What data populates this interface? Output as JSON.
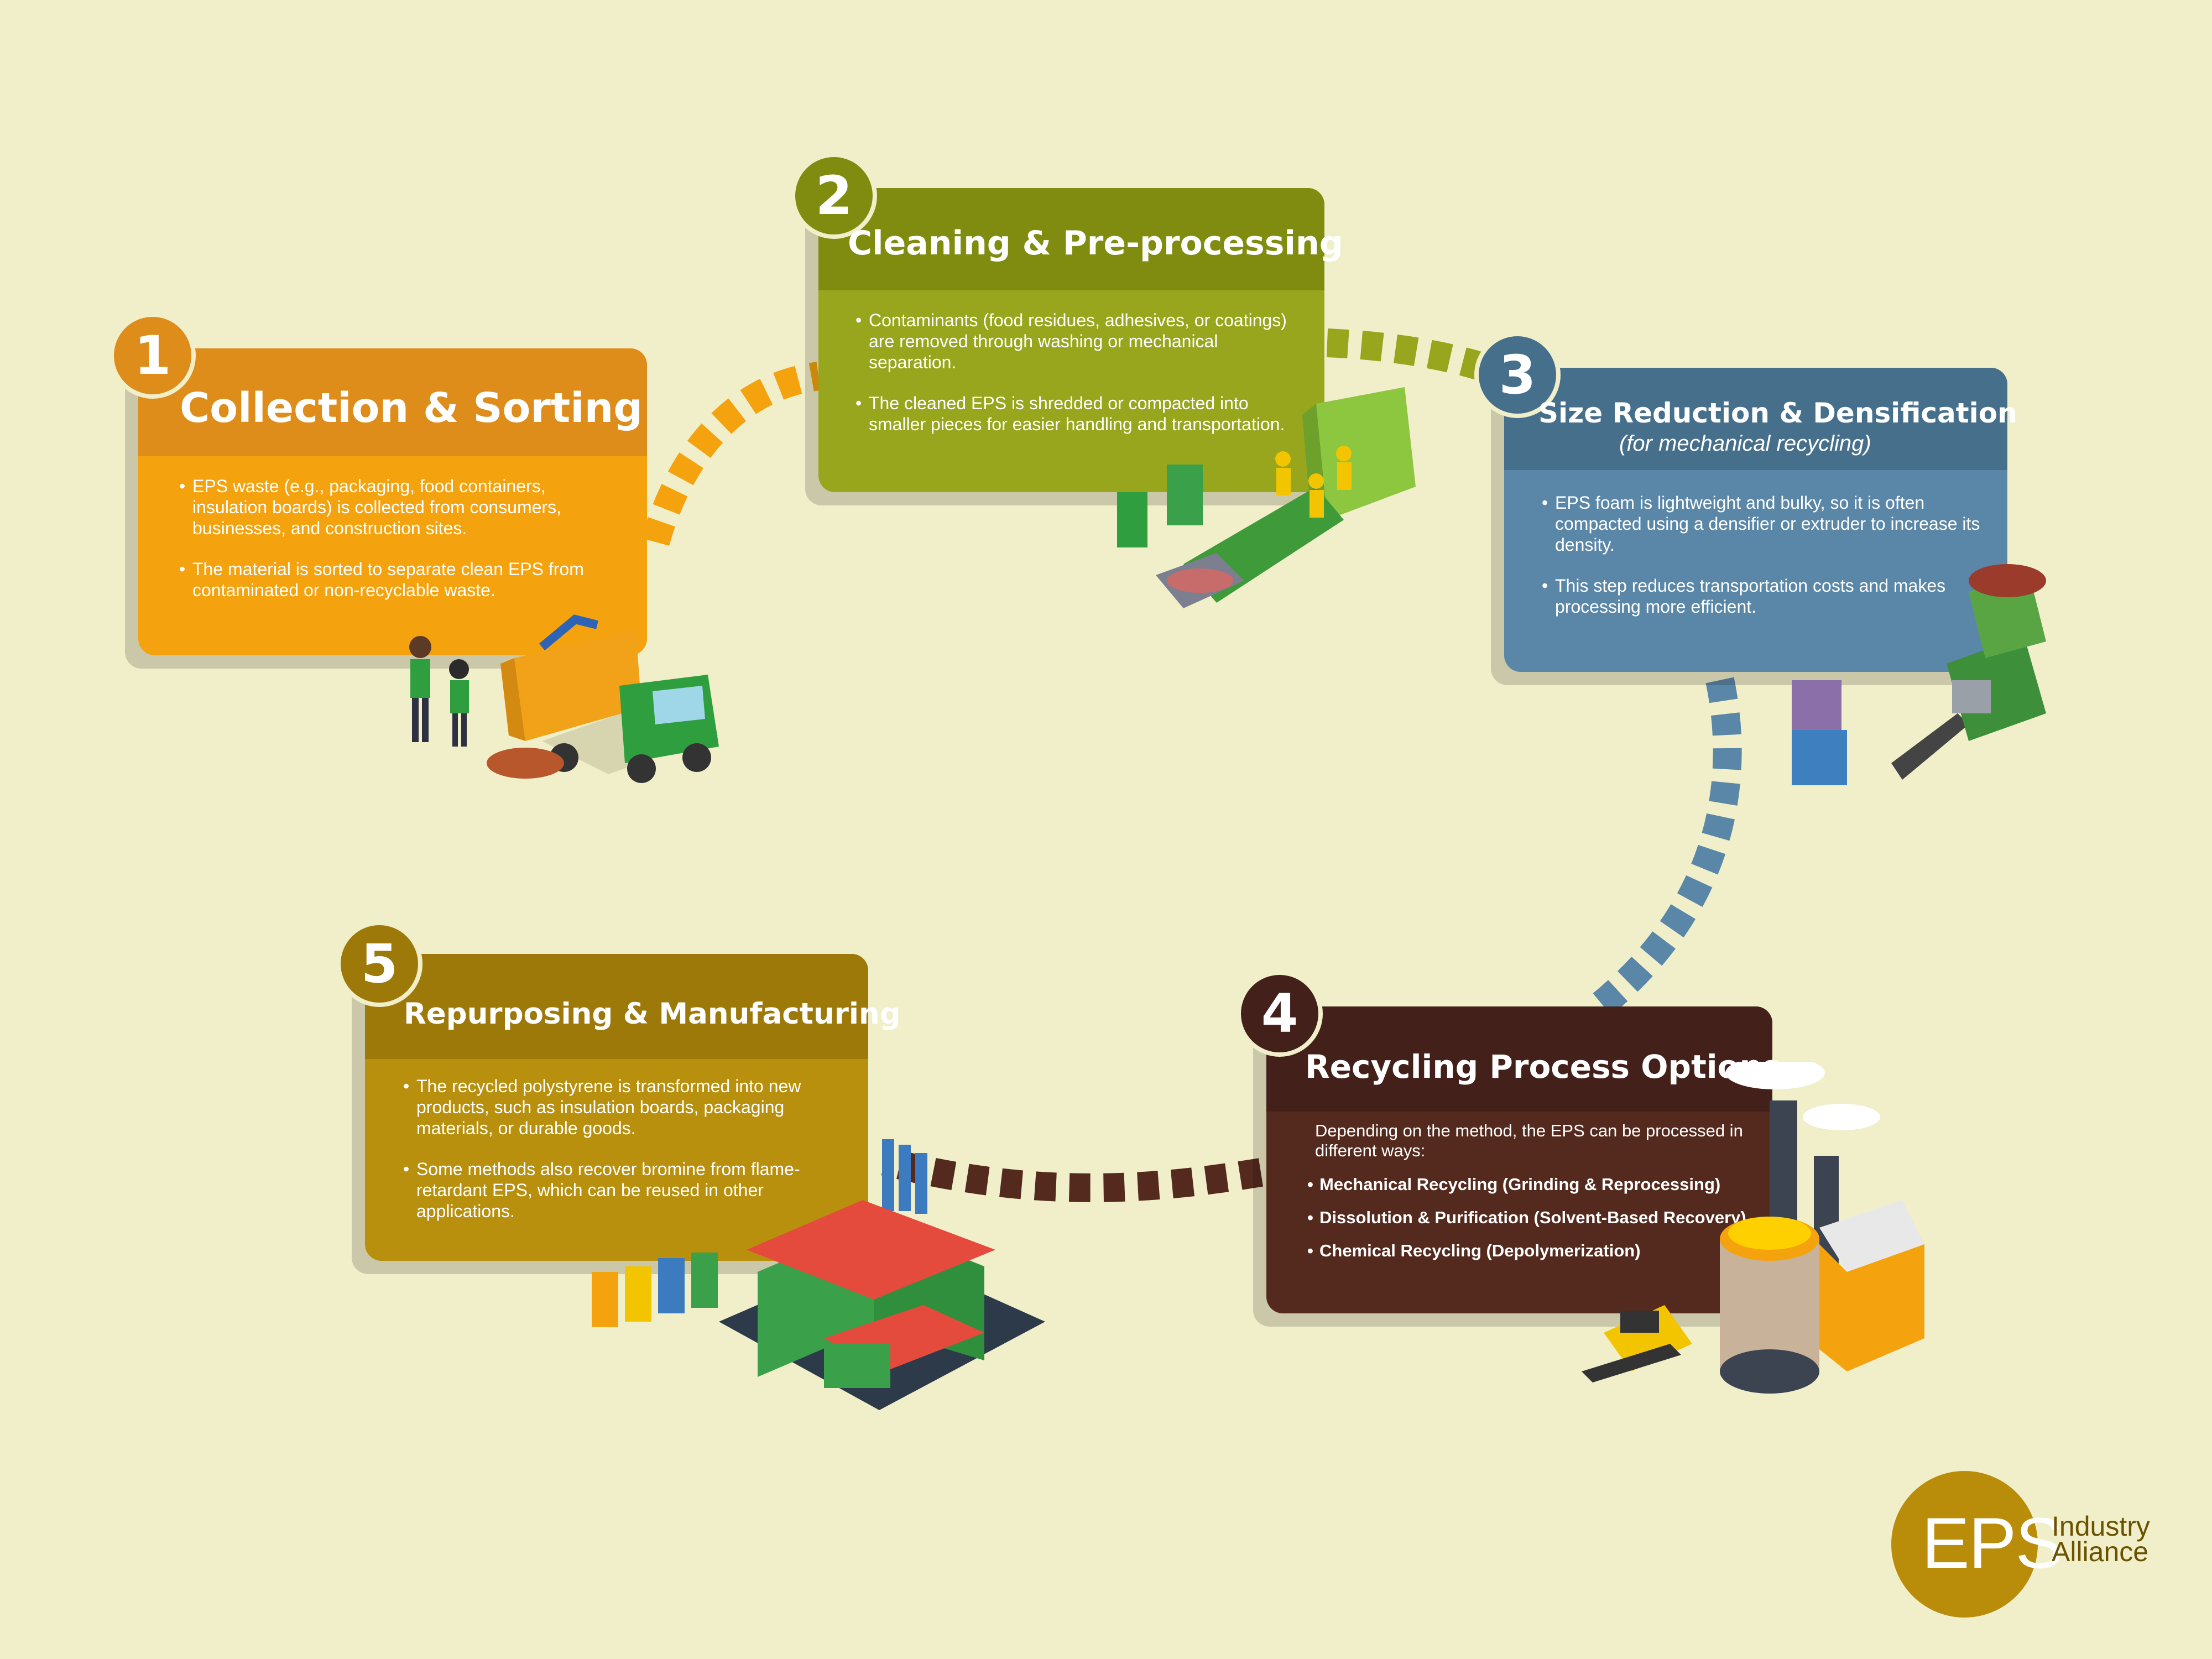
{
  "colors": {
    "background": "#f1efc9",
    "step1": "#f5a20f",
    "step2": "#97a61c",
    "step3": "#5a87a7",
    "step4": "#552a1e",
    "step5": "#b8900d"
  },
  "steps": [
    {
      "number": "1",
      "title": "Collection & Sorting",
      "bullets": [
        "EPS waste (e.g., packaging, food containers, insulation boards) is collected from consumers, businesses, and construction sites.",
        "The material is sorted to separate clean EPS from contaminated or non-recyclable waste."
      ],
      "illustration": "workers-and-dump-truck-illustration"
    },
    {
      "number": "2",
      "title": "Cleaning & Pre-processing",
      "bullets": [
        "Contaminants (food residues, adhesives, or coatings) are removed through washing or mechanical separation.",
        "The cleaned EPS is shredded or compacted into smaller pieces for easier handling and transportation."
      ],
      "illustration": "sorting-conveyor-illustration"
    },
    {
      "number": "3",
      "title": "Size Reduction & Densification",
      "subtitle": "(for mechanical recycling)",
      "bullets": [
        "EPS foam is lightweight and bulky, so it is often compacted using a densifier or extruder to increase its density.",
        "This step reduces transportation costs and makes processing more efficient."
      ],
      "illustration": "densifier-machine-illustration"
    },
    {
      "number": "4",
      "title": "Recycling Process Options",
      "intro": "Depending on the method, the EPS can be processed in different ways:",
      "options": [
        "Mechanical Recycling (Grinding & Reprocessing)",
        "Dissolution & Purification (Solvent-Based Recovery)",
        "Chemical Recycling (Depolymerization)"
      ],
      "illustration": "recycling-plant-illustration"
    },
    {
      "number": "5",
      "title": "Repurposing & Manufacturing",
      "bullets": [
        "The recycled polystyrene is transformed into new products, such as insulation boards, packaging materials, or durable goods.",
        "Some methods also recover bromine from flame-retardant EPS, which can be reused in other applications."
      ],
      "illustration": "factory-and-bins-illustration"
    }
  ],
  "logo": {
    "mark": "EPS",
    "line1": "Industry",
    "line2": "Alliance"
  }
}
